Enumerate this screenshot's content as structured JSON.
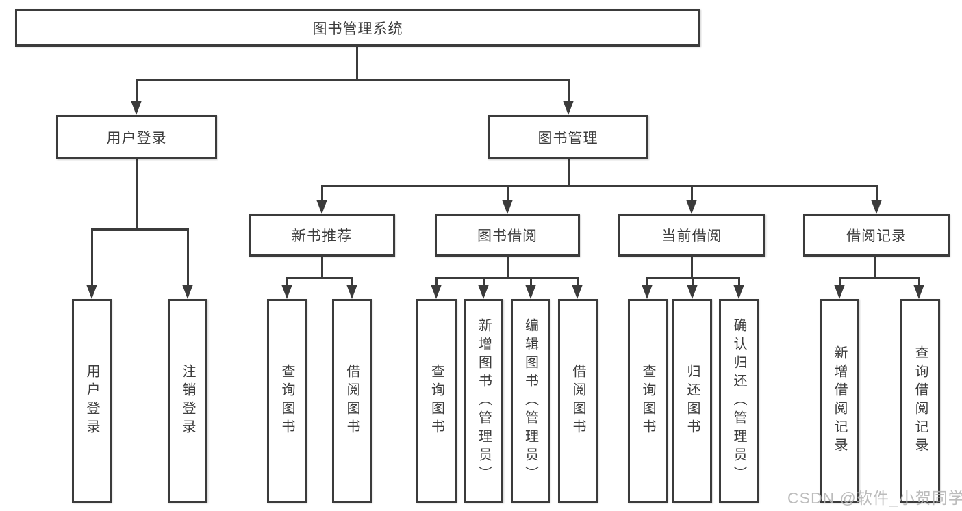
{
  "diagram_type": "hierarchy-tree",
  "colors": {
    "line": "#3b3b3b",
    "text": "#3d3d3d",
    "background": "#ffffff",
    "watermark": "#b6b6b6"
  },
  "tree": {
    "label": "图书管理系统",
    "children": [
      {
        "label": "用户登录",
        "children": [
          {
            "label": "用户登录"
          },
          {
            "label": "注销登录"
          }
        ]
      },
      {
        "label": "图书管理",
        "children": [
          {
            "label": "新书推荐",
            "children": [
              {
                "label": "查询图书"
              },
              {
                "label": "借阅图书"
              }
            ]
          },
          {
            "label": "图书借阅",
            "children": [
              {
                "label": "查询图书"
              },
              {
                "label": "新增图书（管理员）"
              },
              {
                "label": "编辑图书（管理员）"
              },
              {
                "label": "借阅图书"
              }
            ]
          },
          {
            "label": "当前借阅",
            "children": [
              {
                "label": "查询图书"
              },
              {
                "label": "归还图书"
              },
              {
                "label": "确认归还（管理员）"
              }
            ]
          },
          {
            "label": "借阅记录",
            "children": [
              {
                "label": "新增借阅记录"
              },
              {
                "label": "查询借阅记录"
              }
            ]
          }
        ]
      }
    ]
  },
  "watermark": {
    "text": "CSDN @软件_小贺同学"
  }
}
